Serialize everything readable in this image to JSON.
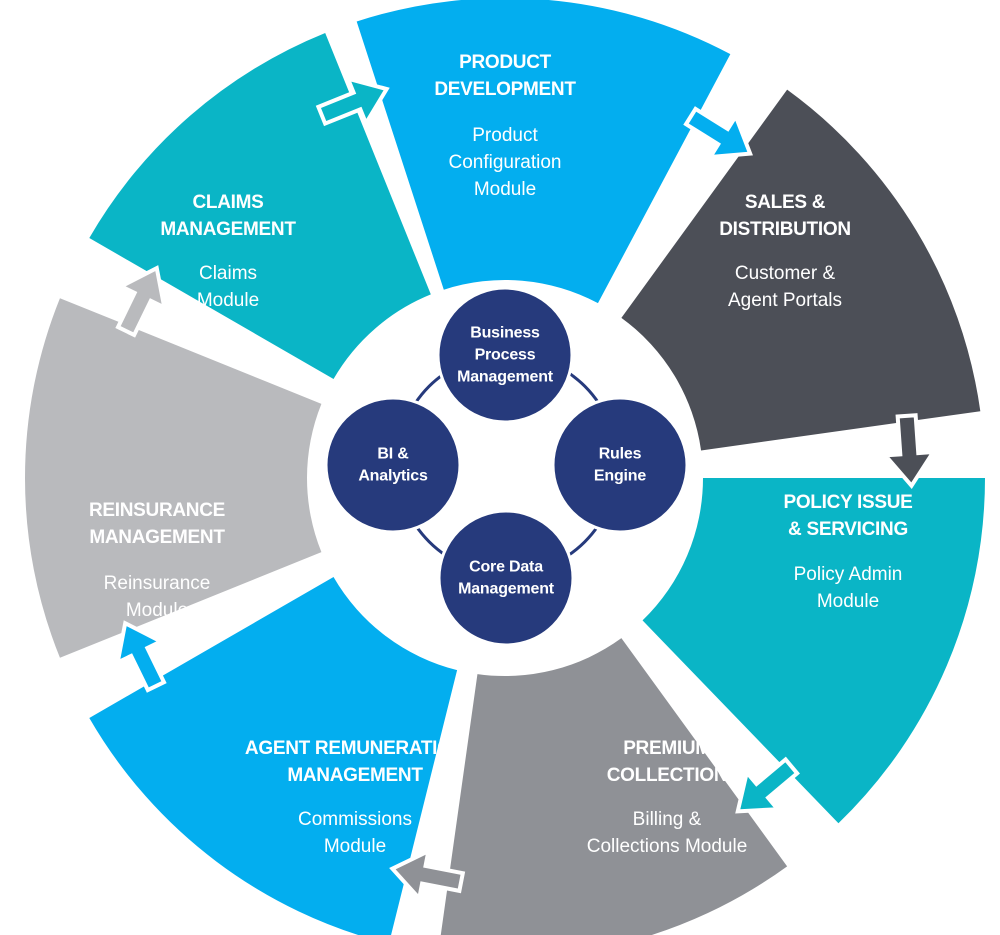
{
  "colors": {
    "bright_blue": "#03aeef",
    "teal": "#0ab5c6",
    "dark_gray": "#4c4f57",
    "mid_gray": "#8f9196",
    "light_gray": "#b9babd",
    "navy": "#263a7c",
    "white": "#ffffff"
  },
  "segments": [
    {
      "id": "product-development",
      "title": [
        "PRODUCT",
        "DEVELOPMENT"
      ],
      "subtitle": [
        "Product",
        "Configuration",
        "Module"
      ],
      "color": "#03aeef"
    },
    {
      "id": "sales-distribution",
      "title": [
        "SALES &",
        "DISTRIBUTION"
      ],
      "subtitle": [
        "Customer &",
        "Agent Portals"
      ],
      "color": "#4c4f57"
    },
    {
      "id": "policy-issue-servicing",
      "title": [
        "POLICY ISSUE",
        "& SERVICING"
      ],
      "subtitle": [
        "Policy Admin",
        "Module"
      ],
      "color": "#0ab5c6"
    },
    {
      "id": "premium-collection",
      "title": [
        "PREMIUM",
        "COLLECTION"
      ],
      "subtitle": [
        "Billing &",
        "Collections Module"
      ],
      "color": "#8f9196"
    },
    {
      "id": "agent-remuneration-management",
      "title": [
        "AGENT REMUNERATION",
        "MANAGEMENT"
      ],
      "subtitle": [
        "Commissions",
        "Module"
      ],
      "color": "#03aeef"
    },
    {
      "id": "reinsurance-management",
      "title": [
        "REINSURANCE",
        "MANAGEMENT"
      ],
      "subtitle": [
        "Reinsurance",
        "Module"
      ],
      "color": "#b9babd"
    },
    {
      "id": "claims-management",
      "title": [
        "CLAIMS",
        "MANAGEMENT"
      ],
      "subtitle": [
        "Claims",
        "Module"
      ],
      "color": "#0ab5c6"
    }
  ],
  "hub": [
    {
      "id": "business-process-management",
      "lines": [
        "Business",
        "Process",
        "Management"
      ]
    },
    {
      "id": "rules-engine",
      "lines": [
        "Rules",
        "Engine"
      ]
    },
    {
      "id": "core-data-management",
      "lines": [
        "Core Data",
        "Management"
      ]
    },
    {
      "id": "bi-analytics",
      "lines": [
        "BI &",
        "Analytics"
      ]
    }
  ]
}
